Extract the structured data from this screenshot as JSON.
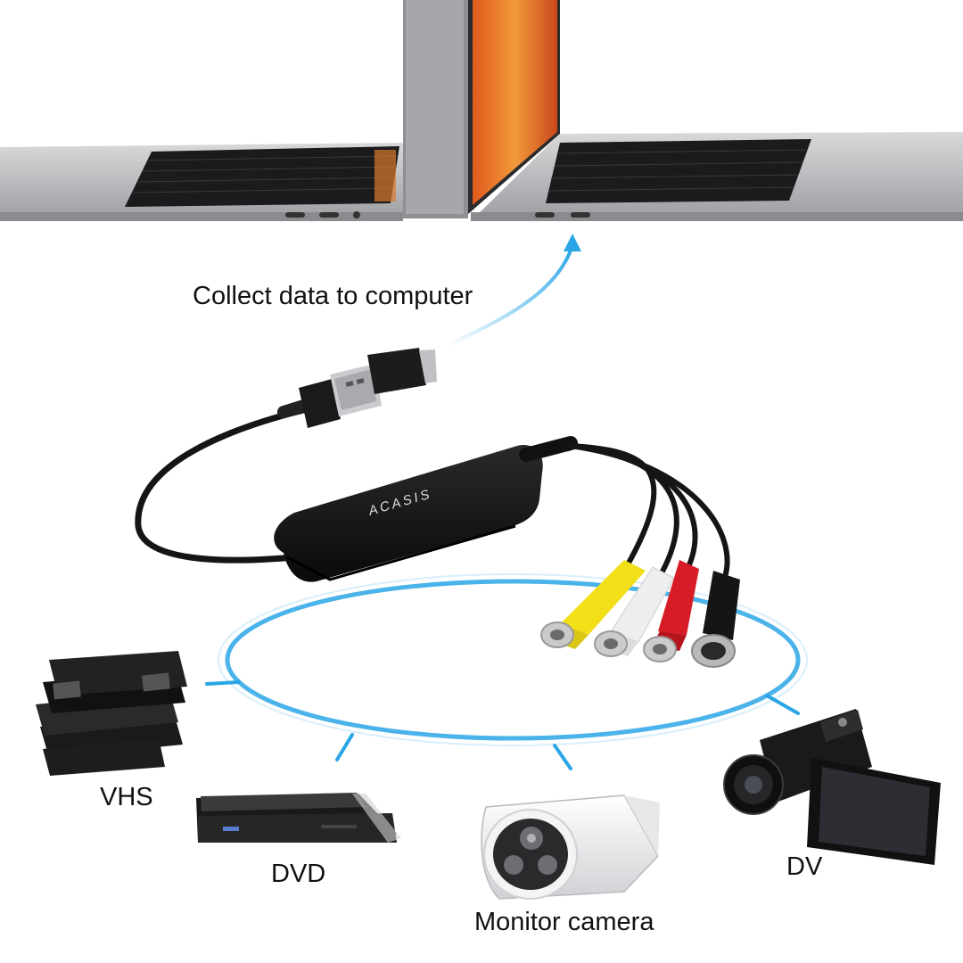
{
  "labels": {
    "collect": "Collect data to computer",
    "vhs": "VHS",
    "dvd": "DVD",
    "monitor_camera": "Monitor camera",
    "dv": "DV"
  },
  "brand": {
    "capture_box_logo": "ACASIS"
  },
  "colors": {
    "accent_blue": "#2aa6e6",
    "rca_yellow": "#f2df18",
    "rca_white": "#eeeeee",
    "rca_red": "#d81c26"
  },
  "icons": {
    "arrow": "curved-arrow-up-icon"
  }
}
